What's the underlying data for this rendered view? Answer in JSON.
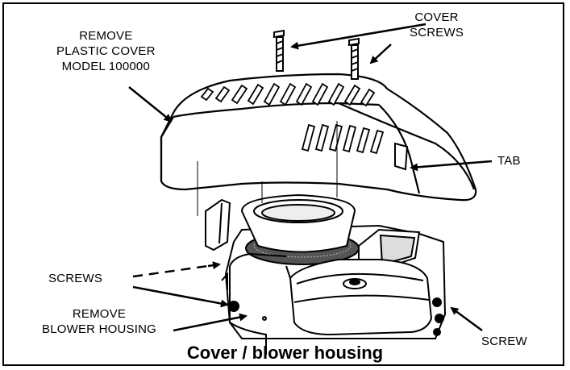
{
  "labels": {
    "cover_screws": "COVER\nSCREWS",
    "remove_cover": "REMOVE\nPLASTIC COVER\nMODEL 100000",
    "tab": "TAB",
    "screws": "SCREWS",
    "remove_blower": "REMOVE\nBLOWER HOUSING",
    "screw": "SCREW"
  },
  "caption": "Cover / blower housing"
}
